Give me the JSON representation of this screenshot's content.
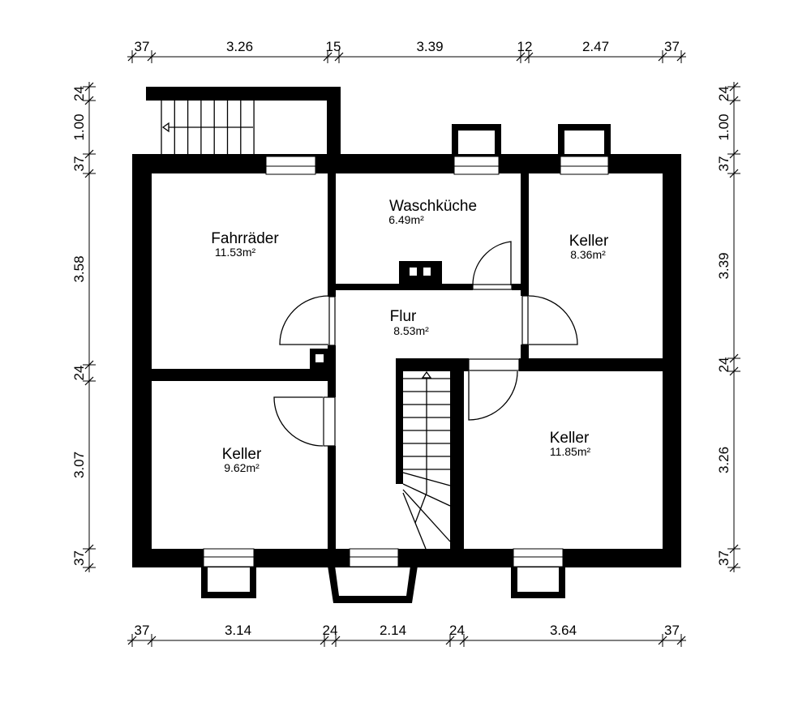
{
  "rooms": [
    {
      "name": "Fahrräder",
      "area": "11.53m²"
    },
    {
      "name": "Waschküche",
      "area": "6.49m²"
    },
    {
      "name": "Keller",
      "area": "8.36m²"
    },
    {
      "name": "Flur",
      "area": "8.53m²"
    },
    {
      "name": "Keller",
      "area": "9.62m²"
    },
    {
      "name": "Keller",
      "area": "11.85m²"
    }
  ],
  "dimensions": {
    "top": [
      "37",
      "3.26",
      "15",
      "3.39",
      "12",
      "2.47",
      "37"
    ],
    "bottom": [
      "37",
      "3.14",
      "24",
      "2.14",
      "24",
      "3.64",
      "37"
    ],
    "left": [
      "24",
      "1.00",
      "37",
      "3.58",
      "24",
      "3.07",
      "37"
    ],
    "right": [
      "24",
      "1.00",
      "37",
      "3.39",
      "24",
      "3.26",
      "37"
    ]
  }
}
